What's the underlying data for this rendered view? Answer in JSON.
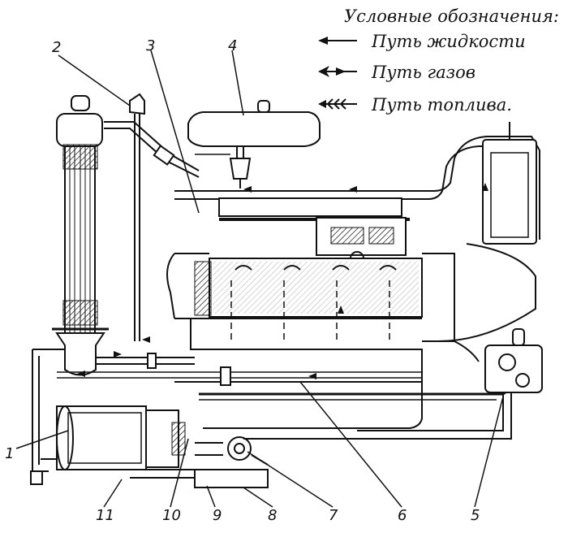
{
  "legend": {
    "title": "Условные обозначения:",
    "items": [
      {
        "label": "Путь жидкости",
        "icon": "liquid-arrow-icon"
      },
      {
        "label": "Путь газов",
        "icon": "gas-arrow-icon"
      },
      {
        "label": "Путь топлива.",
        "icon": "fuel-arrow-icon"
      }
    ]
  },
  "callouts": [
    "1",
    "2",
    "3",
    "4",
    "5",
    "6",
    "7",
    "8",
    "9",
    "10",
    "11"
  ],
  "colors": {
    "ink": "#111111",
    "paper": "#ffffff"
  }
}
